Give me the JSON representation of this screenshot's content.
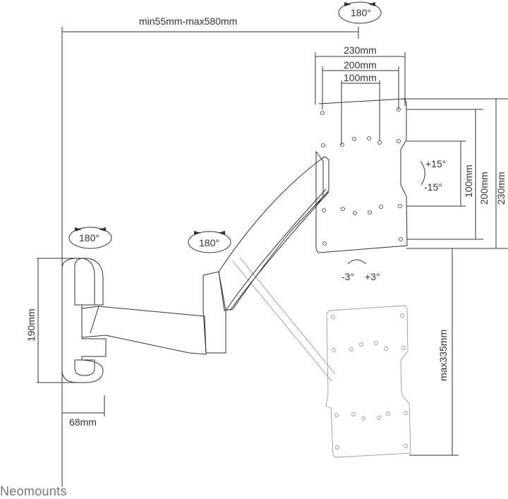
{
  "brand": "Neomounts",
  "dimensions": {
    "reach": "min55mm-max580mm",
    "plate_width_outer": "230mm",
    "plate_width_mid": "200mm",
    "plate_width_inner": "100mm",
    "plate_height_inner": "100mm",
    "plate_height_mid": "200mm",
    "plate_height_outer": "230mm",
    "wall_plate_height": "190mm",
    "wall_plate_depth": "68mm",
    "height_adjust": "max335mm"
  },
  "rotations": {
    "top_swivel": "180°",
    "wall_swivel": "180°",
    "arm_swivel": "180°",
    "tilt_plus": "+15°",
    "tilt_minus": "-15°",
    "rotate_minus": "-3°",
    "rotate_plus": "+3°"
  },
  "colors": {
    "line": "#333333",
    "light_line": "#888888",
    "brand": "#777777"
  }
}
